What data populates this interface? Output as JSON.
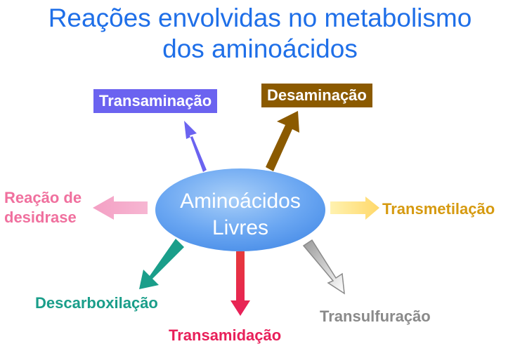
{
  "title": {
    "line1": "Reações envolvidas no metabolismo",
    "line2": "dos aminoácidos"
  },
  "center": {
    "line1": "Aminoácidos",
    "line2": "Livres"
  },
  "reactions": {
    "transaminacao": "Transaminação",
    "desaminacao": "Desaminação",
    "desidrase_line1": "Reação de",
    "desidrase_line2": "desidrase",
    "transmetilacao": "Transmetilação",
    "descarboxilacao": "Descarboxilação",
    "transamidacao": "Transamidação",
    "transulfuracao": "Transulfuração"
  },
  "colors": {
    "title": "#1f6fe8",
    "center_ellipse": "#6ba7f2",
    "transaminacao": "#6b63f0",
    "desaminacao": "#8b5a00",
    "desidrase": "#f0709e",
    "transmetilacao": "#d69a10",
    "descarboxilacao": "#1a9e8a",
    "transamidacao": "#e8205a",
    "transulfuracao": "#8a8a8a"
  }
}
